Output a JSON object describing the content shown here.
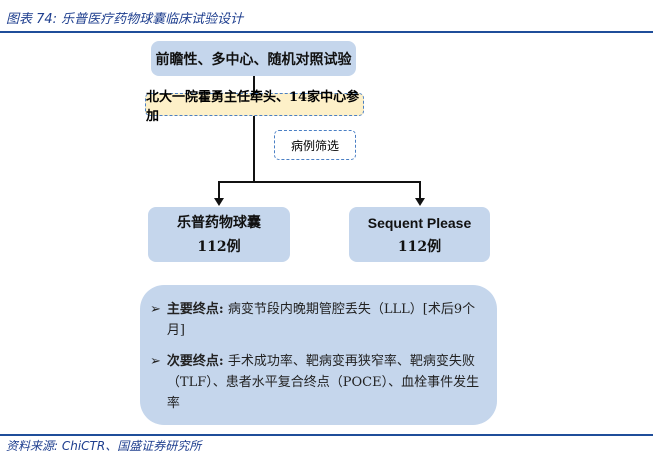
{
  "title": "图表 74:  乐普医疗药物球囊临床试验设计",
  "top_box": "前瞻性、多中心、随机对照试验",
  "lead_box": "北大一院霍勇主任牵头、14家中心参加",
  "screen_box": "病例筛选",
  "arms": [
    {
      "name": "乐普药物球囊",
      "n": "112例"
    },
    {
      "name": "Sequent Please",
      "n": "112例"
    }
  ],
  "endpoints": [
    {
      "label": "主要终点:",
      "text": "病变节段内晚期管腔丢失（LLL）[术后9个月]"
    },
    {
      "label": "次要终点:",
      "text": "手术成功率、靶病变再狭窄率、靶病变失败（TLF）、患者水平复合终点（POCE）、血栓事件发生率"
    }
  ],
  "source": "资料来源:  ChiCTR、国盛证券研究所"
}
